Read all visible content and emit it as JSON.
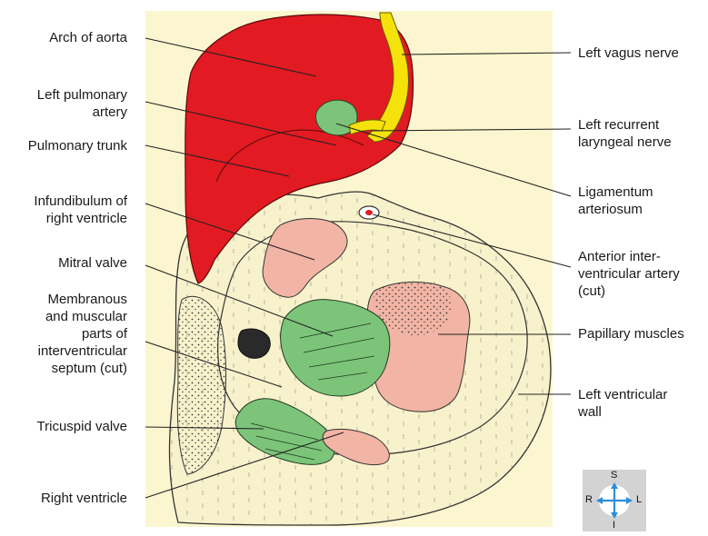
{
  "labels": {
    "arch_of_aorta": "Arch of aorta",
    "left_pulmonary_artery": "Left pulmonary\nartery",
    "pulmonary_trunk": "Pulmonary trunk",
    "infundibulum": "Infundibulum of\nright ventricle",
    "mitral_valve": "Mitral valve",
    "septum": "Membranous\nand muscular\nparts of\ninterventricular\nseptum (cut)",
    "tricuspid_valve": "Tricuspid valve",
    "right_ventricle": "Right ventricle",
    "left_vagus_nerve": "Left vagus nerve",
    "left_recurrent_laryngeal_nerve": "Left recurrent\nlaryngeal nerve",
    "ligamentum_arteriosum": "Ligamentum\narteriosum",
    "anterior_interventricular_artery": "Anterior inter-\nventricular artery\n(cut)",
    "papillary_muscles": "Papillary muscles",
    "left_ventricular_wall": "Left ventricular\nwall"
  },
  "orientation": {
    "superior": "S",
    "inferior": "I",
    "right": "R",
    "left": "L"
  },
  "colors": {
    "background_panel": "#fbf6cf",
    "aorta_red": "#e21a22",
    "valve_green": "#7cc47a",
    "muscle_pink": "#f2b4a4",
    "nerve_yellow": "#f5e20a",
    "arrow_blue": "#2b8fd8",
    "compass_grey": "#d3d3d3"
  }
}
